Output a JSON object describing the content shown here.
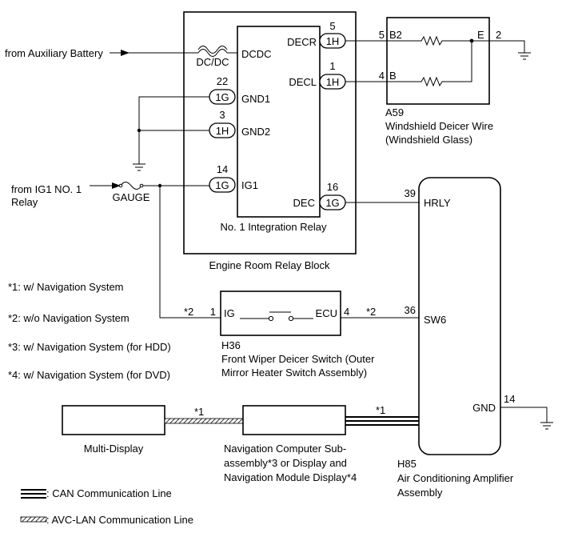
{
  "sources": {
    "aux_battery": "from Auxiliary Battery",
    "ig1_relay_line1": "from IG1 NO. 1",
    "ig1_relay_line2": "Relay"
  },
  "dcdc": {
    "label": "DC/DC",
    "pin": "DCDC"
  },
  "gauge": {
    "label": "GAUGE"
  },
  "integration_relay": {
    "title": "No. 1 Integration Relay",
    "decr": {
      "num": "5",
      "conn": "1H",
      "name": "DECR"
    },
    "decl": {
      "num": "1",
      "conn": "1H",
      "name": "DECL"
    },
    "gnd1": {
      "num": "22",
      "conn": "1G",
      "name": "GND1"
    },
    "gnd2": {
      "num": "3",
      "conn": "1H",
      "name": "GND2"
    },
    "ig1": {
      "num": "14",
      "conn": "1G",
      "name": "IG1"
    },
    "dec": {
      "num": "16",
      "conn": "1G",
      "name": "DEC"
    }
  },
  "engine_room_block": {
    "title": "Engine Room Relay Block"
  },
  "deicer_wire": {
    "code": "A59",
    "name_line1": "Windshield Deicer Wire",
    "name_line2": "(Windshield Glass)",
    "pin_b2_num": "5",
    "pin_b2": "B2",
    "pin_b_num": "4",
    "pin_b": "B",
    "pin_e": "E",
    "pin_e_num": "2"
  },
  "notes": [
    "*1: w/ Navigation System",
    "*2: w/o Navigation System",
    "*3: w/ Navigation System (for HDD)",
    "*4: w/ Navigation System (for DVD)"
  ],
  "wiper_switch": {
    "code": "H36",
    "name_line1": "Front Wiper Deicer Switch (Outer",
    "name_line2": "Mirror Heater Switch Assembly)",
    "pin_ig": "IG",
    "pin_ig_num": "1",
    "pin_ecu": "ECU",
    "pin_ecu_num": "4",
    "note_left": "*2",
    "note_right": "*2"
  },
  "ac_amplifier": {
    "code": "H85",
    "name_line1": "Air Conditioning Amplifier",
    "name_line2": "Assembly",
    "hrly_num": "39",
    "hrly": "HRLY",
    "sw6_num": "36",
    "sw6": "SW6",
    "gnd": "GND",
    "gnd_num": "14"
  },
  "multi_display": {
    "name": "Multi-Display"
  },
  "nav_computer": {
    "name_line1": "Navigation Computer Sub-",
    "name_line2": "assembly*3 or Display and",
    "name_line3": "Navigation Module Display*4"
  },
  "wire_notes": {
    "avc": "*1",
    "can": "*1"
  },
  "legend": {
    "can": ": CAN Communication Line",
    "avc": ": AVC-LAN Communication Line"
  }
}
